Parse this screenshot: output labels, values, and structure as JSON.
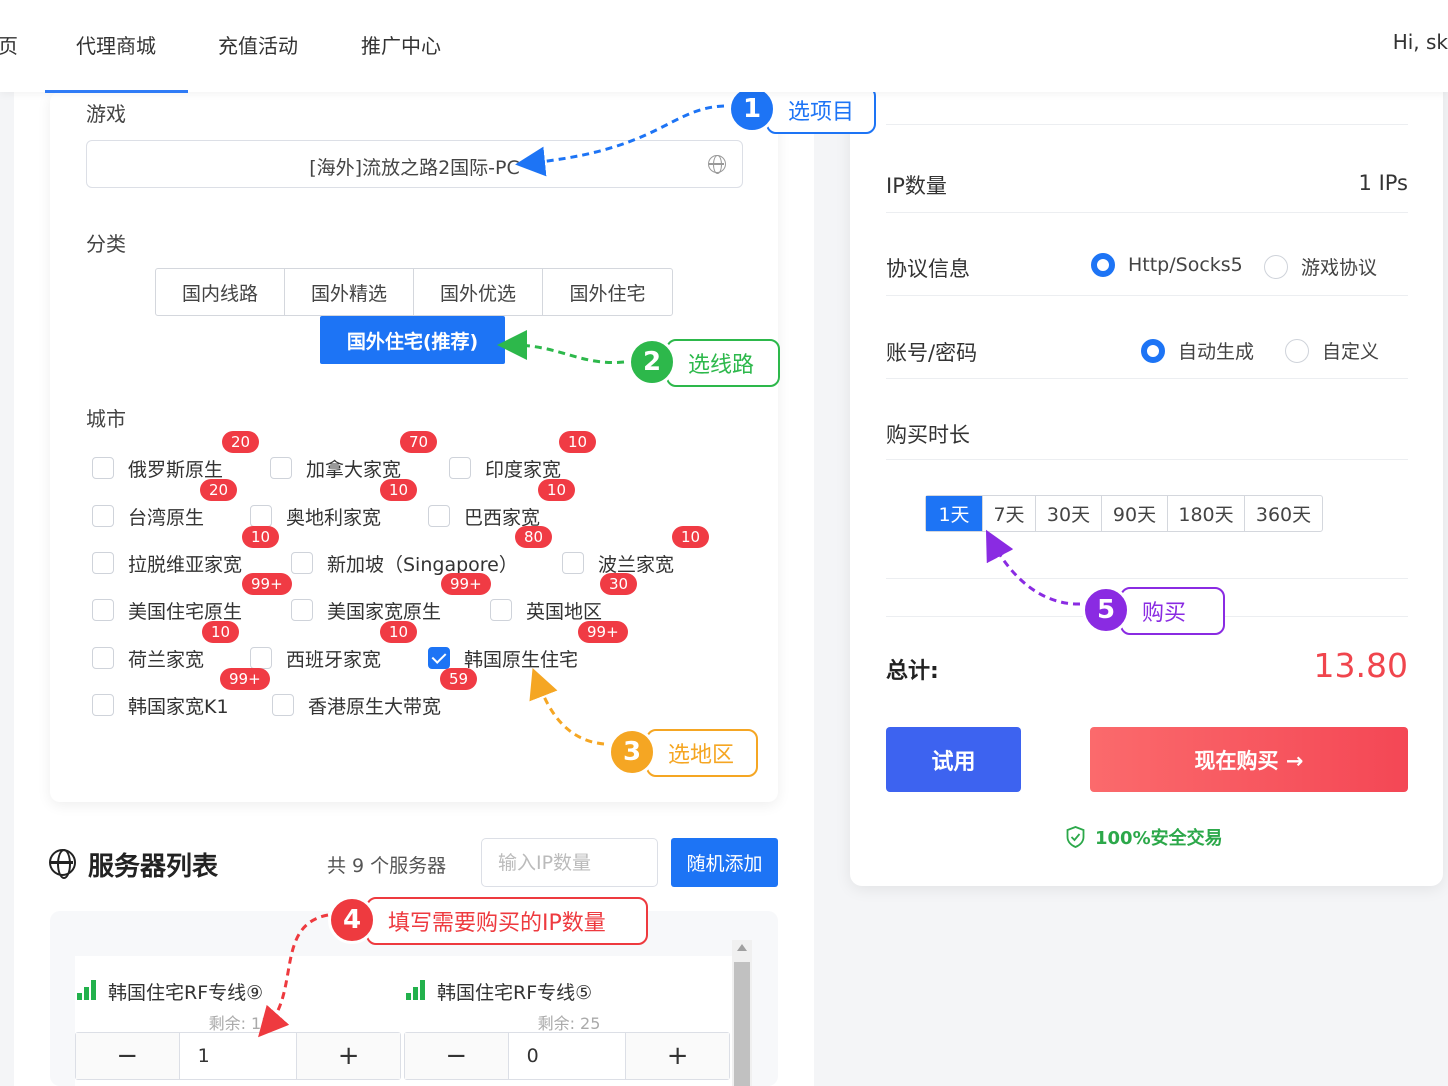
{
  "nav": {
    "items": [
      "页",
      "代理商城",
      "充值活动",
      "推广中心"
    ],
    "greeting": "Hi, sk"
  },
  "form": {
    "game_label": "游戏",
    "game_value": "[海外]流放之路2国际-PC",
    "category_label": "分类",
    "categories": [
      "国内线路",
      "国外精选",
      "国外优选",
      "国外住宅"
    ],
    "category_selected": "国外住宅(推荐)",
    "city_label": "城市",
    "cities": [
      {
        "name": "俄罗斯原生",
        "count": "20",
        "checked": false
      },
      {
        "name": "加拿大家宽",
        "count": "70",
        "checked": false
      },
      {
        "name": "印度家宽",
        "count": "10",
        "checked": false
      },
      {
        "name": "台湾原生",
        "count": "20",
        "checked": false
      },
      {
        "name": "奥地利家宽",
        "count": "10",
        "checked": false
      },
      {
        "name": "巴西家宽",
        "count": "10",
        "checked": false
      },
      {
        "name": "拉脱维亚家宽",
        "count": "10",
        "checked": false
      },
      {
        "name": "新加坡（Singapore）",
        "count": "80",
        "checked": false
      },
      {
        "name": "波兰家宽",
        "count": "10",
        "checked": false
      },
      {
        "name": "美国住宅原生",
        "count": "99+",
        "checked": false
      },
      {
        "name": "美国家宽原生",
        "count": "99+",
        "checked": false
      },
      {
        "name": "英国地区",
        "count": "30",
        "checked": false
      },
      {
        "name": "荷兰家宽",
        "count": "10",
        "checked": false
      },
      {
        "name": "西班牙家宽",
        "count": "10",
        "checked": false
      },
      {
        "name": "韩国原生住宅",
        "count": "99+",
        "checked": true
      },
      {
        "name": "韩国家宽K1",
        "count": "99+",
        "checked": false
      },
      {
        "name": "香港原生大带宽",
        "count": "59",
        "checked": false
      }
    ]
  },
  "callouts": [
    {
      "num": "1",
      "text": "选项目",
      "color": "#1d74f5"
    },
    {
      "num": "2",
      "text": "选线路",
      "color": "#2db84b"
    },
    {
      "num": "3",
      "text": "选地区",
      "color": "#f5a623"
    },
    {
      "num": "4",
      "text": "填写需要购买的IP数量",
      "color": "#ee3a3f"
    },
    {
      "num": "5",
      "text": "购买",
      "color": "#8a2be2"
    }
  ],
  "servers": {
    "title": "服务器列表",
    "count_text": "共 9 个服务器",
    "ip_placeholder": "输入IP数量",
    "random_add": "随机添加",
    "items": [
      {
        "name": "韩国住宅RF专线⑨",
        "remain": "剩余: 13",
        "qty": "1"
      },
      {
        "name": "韩国住宅RF专线⑤",
        "remain": "剩余: 25",
        "qty": "0"
      }
    ],
    "minus": "−",
    "plus": "+"
  },
  "order": {
    "ip_count_label": "IP数量",
    "ip_count_value": "1 IPs",
    "protocol_label": "协议信息",
    "protocol_options": [
      "Http/Socks5",
      "游戏协议"
    ],
    "account_label": "账号/密码",
    "account_options": [
      "自动生成",
      "自定义"
    ],
    "duration_label": "购买时长",
    "durations": [
      "1天",
      "7天",
      "30天",
      "90天",
      "180天",
      "360天"
    ],
    "total_label": "总计:",
    "total_value": "13.80",
    "trial": "试用",
    "buy_now": "现在购买 →",
    "secure": "100%安全交易"
  },
  "colors": {
    "primary": "#1d74f5",
    "price": "#f0454d",
    "trial": "#3d63f0",
    "badge": "#f03b44",
    "secure": "#2ca84a"
  }
}
